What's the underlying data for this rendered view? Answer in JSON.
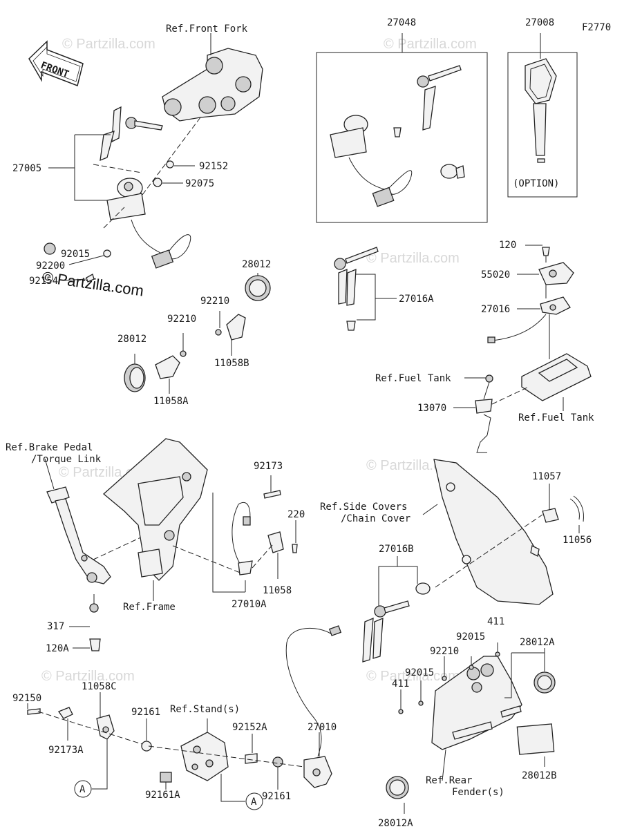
{
  "figure_code": "F2770",
  "watermark": "© Partzilla.com",
  "watermark_dark": "© Partzilla.com",
  "front_arrow": "FRONT",
  "option_note": "(OPTION)",
  "callouts": {
    "ref_front_fork": "Ref.Front Fork",
    "p27048": "27048",
    "p27008": "27008",
    "p27005": "27005",
    "p92152": "92152",
    "p92075": "92075",
    "p92015_top": "92015",
    "p92200": "92200",
    "p92154": "92154",
    "p28012_a": "28012",
    "p92210_a": "92210",
    "p92210_b": "92210",
    "p11058B": "11058B",
    "p28012_b": "28012",
    "p11058A": "11058A",
    "p27016A": "27016A",
    "p120": "120",
    "p55020": "55020",
    "p27016": "27016",
    "ref_fuel_tank_a": "Ref.Fuel Tank",
    "p13070": "13070",
    "ref_fuel_tank_b": "Ref.Fuel Tank",
    "ref_brake_1": "Ref.Brake Pedal",
    "ref_brake_2": "/Torque Link",
    "p92173": "92173",
    "p220": "220",
    "p11058": "11058",
    "p27010A": "27010A",
    "ref_frame": "Ref.Frame",
    "p317": "317",
    "p120A": "120A",
    "ref_side_1": "Ref.Side Covers",
    "ref_side_2": "/Chain Cover",
    "p11057": "11057",
    "p11056": "11056",
    "p27016B": "27016B",
    "p411_a": "411",
    "p92015_a": "92015",
    "p28012A_a": "28012A",
    "p92210_c": "92210",
    "p92015_b": "92015",
    "p411_b": "411",
    "p92150": "92150",
    "p11058C": "11058C",
    "p92161_a": "92161",
    "ref_stand": "Ref.Stand(s)",
    "p92152A": "92152A",
    "p27010": "27010",
    "p92173A": "92173A",
    "circle_a_1": "A",
    "circle_a_2": "A",
    "p92161A": "92161A",
    "p92161_b": "92161",
    "ref_rear_1": "Ref.Rear",
    "ref_rear_2": "Fender(s)",
    "p28012B": "28012B",
    "p28012A_b": "28012A"
  }
}
